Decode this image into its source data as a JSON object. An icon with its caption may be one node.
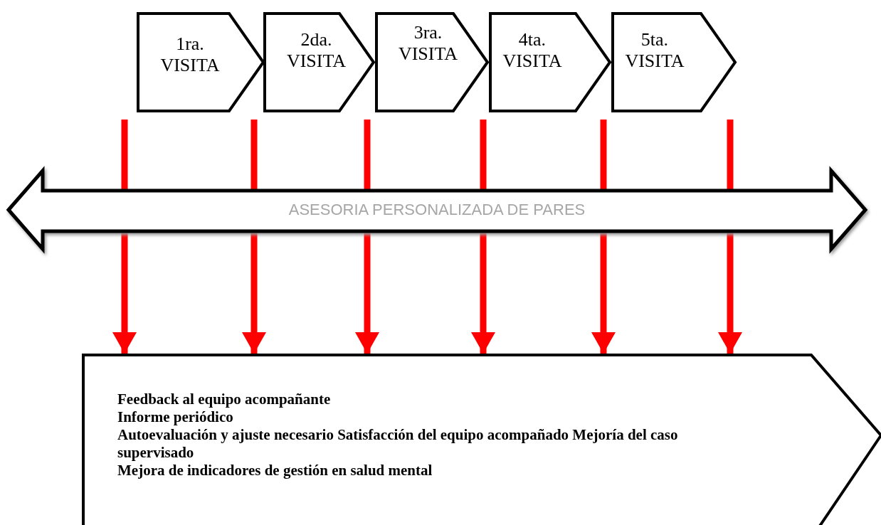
{
  "diagram": {
    "nodes": [
      {
        "text": [
          "1ra. VISITA"
        ]
      },
      {
        "text": [
          "2da. VISITA"
        ]
      },
      {
        "text": [
          "3ra. VISITA"
        ]
      },
      {
        "text": [
          "4ta. VISITA"
        ]
      },
      {
        "text": [
          "5ta. VISITA"
        ]
      },
      {
        "text": [
          "ASESORIA PERSONALIZADA DE PARES"
        ]
      },
      {
        "text": [
          "Feedback al equipo acompañante",
          "Informe periódico",
          "Autoevaluación y ajuste necesario Satisfacción del equipo acompañado Mejoría del caso supervisado",
          "Mejora de indicadores de gestión en salud mental"
        ]
      }
    ],
    "edges": [
      {
        "from": null,
        "to": 6,
        "arrow": "to"
      },
      {
        "from": null,
        "to": 6,
        "arrow": "to"
      },
      {
        "from": null,
        "to": 6,
        "arrow": "to"
      },
      {
        "from": null,
        "to": 6,
        "arrow": "to"
      },
      {
        "from": null,
        "to": 6,
        "arrow": "to"
      },
      {
        "from": null,
        "to": 6,
        "arrow": "to"
      }
    ]
  }
}
